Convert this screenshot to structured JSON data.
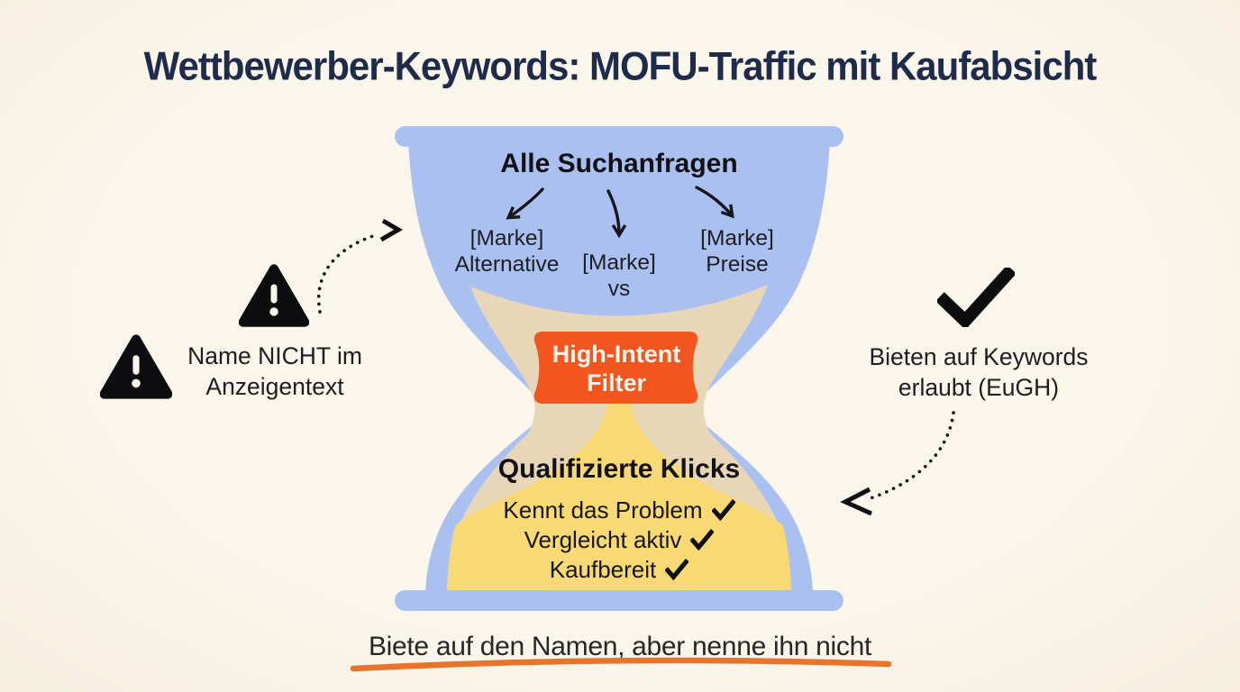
{
  "title": "Wettbewerber-Keywords: MOFU-Traffic mit Kaufabsicht",
  "hourglass": {
    "top_label": "Alle Suchanfragen",
    "keywords": [
      {
        "line1": "[Marke]",
        "line2": "Alternative"
      },
      {
        "line1": "[Marke]",
        "line2": "vs"
      },
      {
        "line1": "[Marke]",
        "line2": "Preise"
      }
    ],
    "filter": {
      "line1": "High-Intent",
      "line2": "Filter"
    },
    "bottom_label": "Qualifizierte Klicks",
    "checklist": [
      "Kennt das Problem",
      "Vergleicht aktiv",
      "Kaufbereit"
    ]
  },
  "left_note": {
    "line1": "Name NICHT im",
    "line2": "Anzeigentext"
  },
  "right_note": {
    "line1": "Bieten auf Keywords",
    "line2": "erlaubt (EuGH)"
  },
  "footer": "Biete auf den Namen, aber nenne ihn nicht",
  "icons": {
    "warning": "warning-triangle",
    "check": "checkmark",
    "dotted_arrow": "curved-dotted-arrow"
  },
  "colors": {
    "background": "#FAF4E8",
    "title": "#1E2B4B",
    "glass_blue": "#A9C0F1",
    "sand_tan": "#E7D6B8",
    "sand_yellow": "#F8D973",
    "filter_orange": "#F0561E",
    "underline_orange": "#E8742B",
    "ink": "#1B1B1F"
  }
}
